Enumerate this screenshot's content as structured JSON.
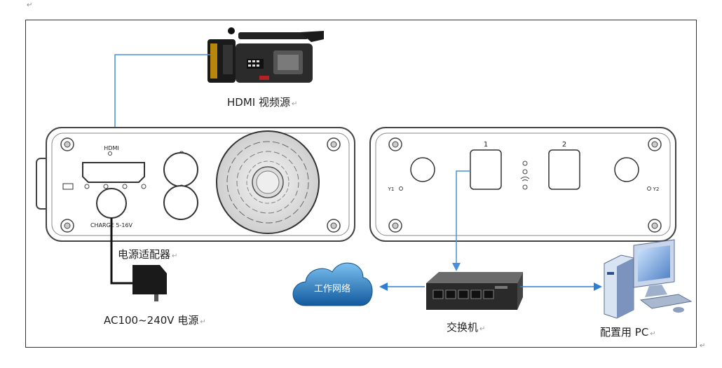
{
  "paragraph_mark": "↵",
  "labels": {
    "hdmi_source": "HDMI 视频源",
    "power_adapter": "电源适配器",
    "ac_power": "AC100~240V 电源",
    "switch": "交换机",
    "config_pc": "配置用 PC",
    "work_network": "工作网络"
  },
  "device_left": {
    "hdmi_port_label": "HDMI",
    "charge_label": "CHARGE 5-16V"
  },
  "device_right": {
    "slot_1": "1",
    "slot_2": "2",
    "antenna_1": "Y1",
    "antenna_2": "Y2"
  },
  "colors": {
    "signal_line": "#4a90d9",
    "network_arrow": "#2e7fd0",
    "power_cable": "#111111",
    "cloud": "#1d6fb8"
  }
}
